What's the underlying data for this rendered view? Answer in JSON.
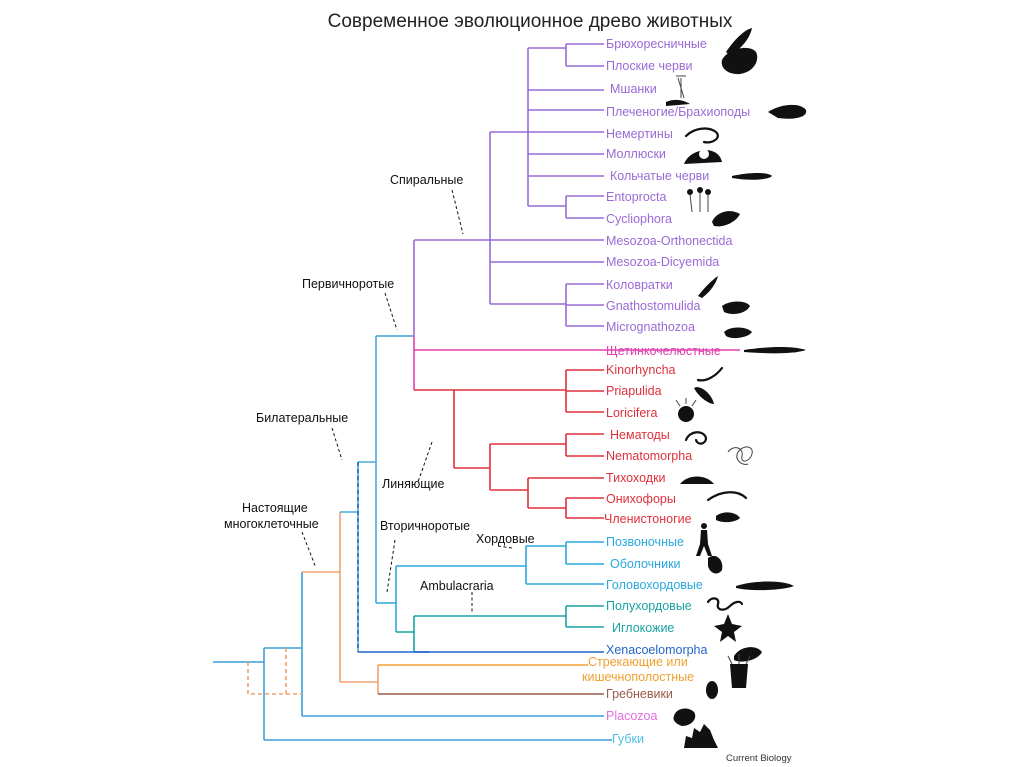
{
  "title": "Современное эволюционное древо животных",
  "credit": "Current Biology",
  "clades": {
    "spiralia": "Спиральные",
    "protostomia": "Первичноротые",
    "bilateria": "Билатеральные",
    "ecdysozoa": "Линяющие",
    "eumetazoa_1": "Настоящие",
    "eumetazoa_2": "многоклеточные",
    "deuterostomia": "Вторичноротые",
    "chordata": "Хордовые",
    "ambulacraria": "Ambulacraria"
  },
  "colors": {
    "spiral": "#9a6ad6",
    "chaetognath": "#e040b0",
    "ecdysozoa": "#e0303c",
    "chordate": "#2aa8e0",
    "ambulacraria": "#18a3a3",
    "xenacoelo": "#2266cc",
    "cnidaria": "#f0a030",
    "ctenophora": "#9a5a4a",
    "placozoa": "#e070e0",
    "sponges": "#4cc0e8",
    "root": "#3a9fd8",
    "bilateria": "#4aa8dc",
    "eumetazoa": "#f0a070"
  },
  "taxa": [
    {
      "label": "Брюхоресничные",
      "group": "spiral",
      "silhouette": "gastrotrich-silhouette"
    },
    {
      "label": "Плоские черви",
      "group": "spiral",
      "silhouette": "flatworm-silhouette"
    },
    {
      "label": "Мшанки",
      "group": "spiral",
      "silhouette": "bryozoan-silhouette"
    },
    {
      "label": "Плеченогие/Брахиоподы",
      "group": "spiral",
      "silhouette": "brachiopod-silhouette"
    },
    {
      "label": "Немертины",
      "group": "spiral",
      "silhouette": "nemertean-silhouette"
    },
    {
      "label": "Моллюски",
      "group": "spiral",
      "silhouette": "snail-silhouette"
    },
    {
      "label": "Кольчатые черви",
      "group": "spiral",
      "silhouette": "annelid-silhouette"
    },
    {
      "label": "Entoprocta",
      "group": "spiral",
      "silhouette": "entoproct-silhouette"
    },
    {
      "label": "Cycliophora",
      "group": "spiral",
      "silhouette": "cycliophoran-silhouette"
    },
    {
      "label": "Mesozoa-Orthonectida",
      "group": "spiral",
      "silhouette": ""
    },
    {
      "label": "Mesozoa-Dicyemida",
      "group": "spiral",
      "silhouette": ""
    },
    {
      "label": "Коловратки",
      "group": "spiral",
      "silhouette": "rotifer-silhouette"
    },
    {
      "label": "Gnathostomulida",
      "group": "spiral",
      "silhouette": "gnathostomulid-silhouette"
    },
    {
      "label": "Micrognathozoa",
      "group": "spiral",
      "silhouette": "micrognathozoan-silhouette"
    },
    {
      "label": "Щетинкочелюстные",
      "group": "chaetognath",
      "silhouette": "arrow-worm-silhouette"
    },
    {
      "label": "Kinorhyncha",
      "group": "ecdysozoa",
      "silhouette": "kinorhynch-silhouette"
    },
    {
      "label": "Priapulida",
      "group": "ecdysozoa",
      "silhouette": "priapulid-silhouette"
    },
    {
      "label": "Loricifera",
      "group": "ecdysozoa",
      "silhouette": "loriciferan-silhouette"
    },
    {
      "label": "Нематоды",
      "group": "ecdysozoa",
      "silhouette": "nematode-silhouette"
    },
    {
      "label": "Nematomorpha",
      "group": "ecdysozoa",
      "silhouette": "horsehair-worm-silhouette"
    },
    {
      "label": "Тихоходки",
      "group": "ecdysozoa",
      "silhouette": "tardigrade-silhouette"
    },
    {
      "label": "Онихофоры",
      "group": "ecdysozoa",
      "silhouette": "onychophoran-silhouette"
    },
    {
      "label": "Членистоногие",
      "group": "ecdysozoa",
      "silhouette": "arthropod-silhouette"
    },
    {
      "label": "Позвоночные",
      "group": "chordate",
      "silhouette": "human-silhouette"
    },
    {
      "label": "Оболочники",
      "group": "chordate",
      "silhouette": "tunicate-silhouette"
    },
    {
      "label": "Головохордовые",
      "group": "chordate",
      "silhouette": "lancelet-silhouette"
    },
    {
      "label": "Полухордовые",
      "group": "ambulacraria",
      "silhouette": "acorn-worm-silhouette"
    },
    {
      "label": "Иглокожие",
      "group": "ambulacraria",
      "silhouette": "starfish-silhouette"
    },
    {
      "label": "Xenacoelomorpha",
      "group": "xenacoelo",
      "silhouette": "acoel-silhouette"
    },
    {
      "label": "Стрекающие или кишечнополостные",
      "group": "cnidaria",
      "silhouette": "cnidarian-silhouette"
    },
    {
      "label": "Гребневики",
      "group": "ctenophora",
      "silhouette": "ctenophore-silhouette"
    },
    {
      "label": "Placozoa",
      "group": "placozoa",
      "silhouette": "placozoan-silhouette"
    },
    {
      "label": "Губки",
      "group": "sponges",
      "silhouette": "sponge-silhouette"
    }
  ]
}
